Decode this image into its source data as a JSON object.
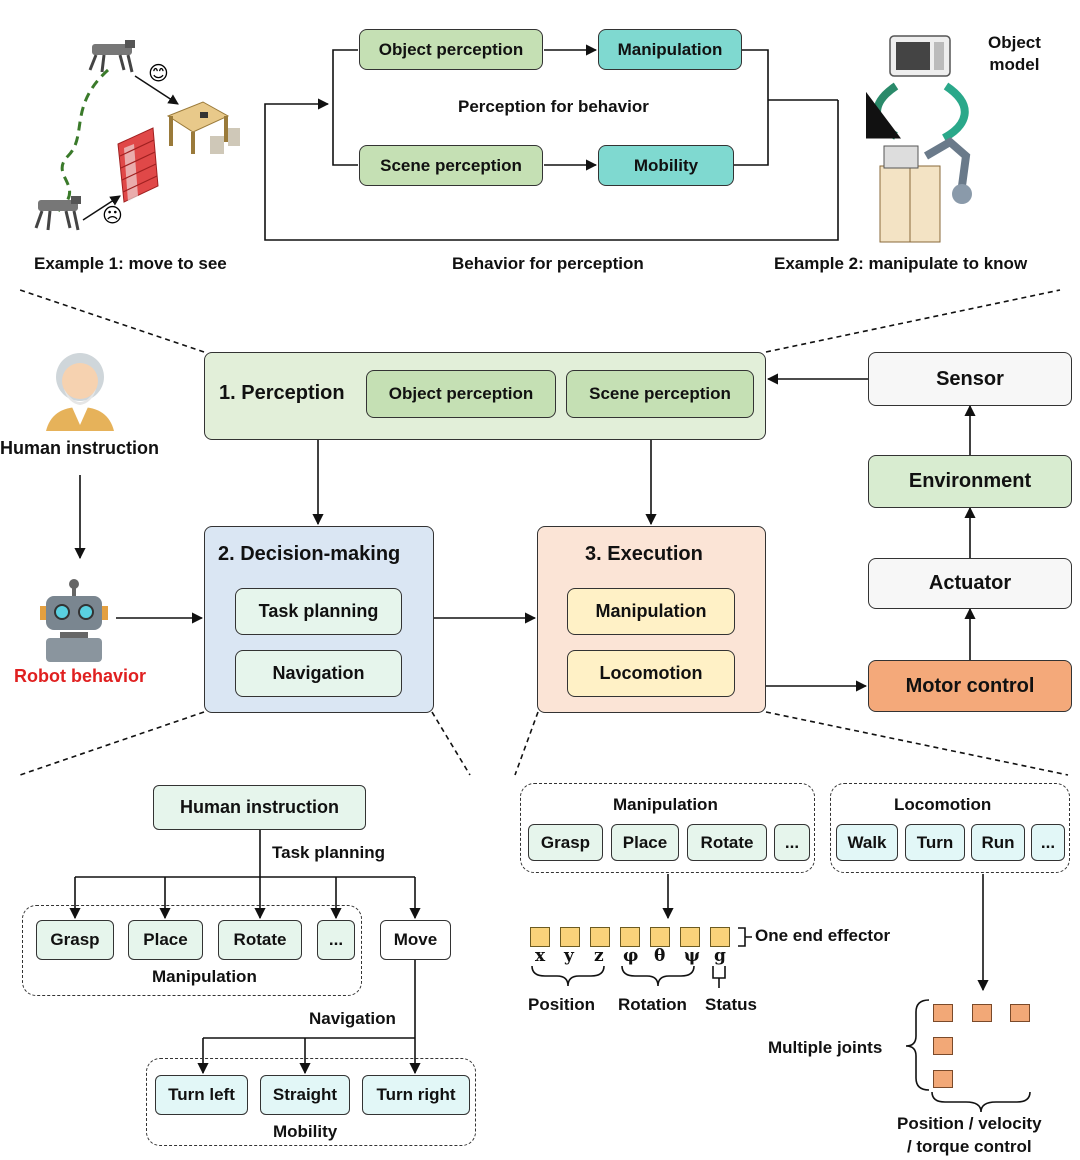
{
  "top_panel": {
    "object_perception": "Object perception",
    "manipulation": "Manipulation",
    "perception_for_behavior": "Perception for behavior",
    "scene_perception": "Scene perception",
    "mobility": "Mobility",
    "behavior_for_perception": "Behavior for perception",
    "example1": "Example 1: move to see",
    "example2": "Example 2: manipulate to know",
    "object_model_line1": "Object",
    "object_model_line2": "model",
    "happy_face": "😊",
    "sad_face": "☹"
  },
  "left": {
    "human_instruction": "Human instruction",
    "robot_behavior": "Robot behavior"
  },
  "perception": {
    "title": "1. Perception",
    "object_perception": "Object perception",
    "scene_perception": "Scene perception"
  },
  "decision": {
    "title": "2. Decision-making",
    "task_planning": "Task planning",
    "navigation": "Navigation"
  },
  "execution": {
    "title": "3. Execution",
    "manipulation": "Manipulation",
    "locomotion": "Locomotion"
  },
  "right_chain": {
    "sensor": "Sensor",
    "environment": "Environment",
    "actuator": "Actuator",
    "motor_control": "Motor control"
  },
  "bottom_left": {
    "human_instruction": "Human instruction",
    "task_planning": "Task planning",
    "grasp": "Grasp",
    "place": "Place",
    "rotate": "Rotate",
    "more": "...",
    "move": "Move",
    "manipulation": "Manipulation",
    "navigation": "Navigation",
    "turn_left": "Turn left",
    "straight": "Straight",
    "turn_right": "Turn right",
    "mobility": "Mobility"
  },
  "bottom_right": {
    "manipulation": "Manipulation",
    "locomotion": "Locomotion",
    "grasp": "Grasp",
    "place": "Place",
    "rotate": "Rotate",
    "more1": "...",
    "walk": "Walk",
    "turn": "Turn",
    "run": "Run",
    "more2": "...",
    "one_end_effector": "One end effector",
    "x": "x",
    "y": "y",
    "z": "z",
    "phi": "φ",
    "theta": "θ",
    "psi": "ψ",
    "g": "g",
    "position": "Position",
    "rotation": "Rotation",
    "status": "Status",
    "multiple_joints": "Multiple joints",
    "control_line1": "Position / velocity",
    "control_line2": "/ torque control"
  },
  "colors": {
    "green_panel": "#e2efd9",
    "blue_panel": "#dae6f3",
    "peach_panel": "#fbe4d6",
    "motor_control": "#f4a97a",
    "robot_behavior_text": "#e02020"
  }
}
